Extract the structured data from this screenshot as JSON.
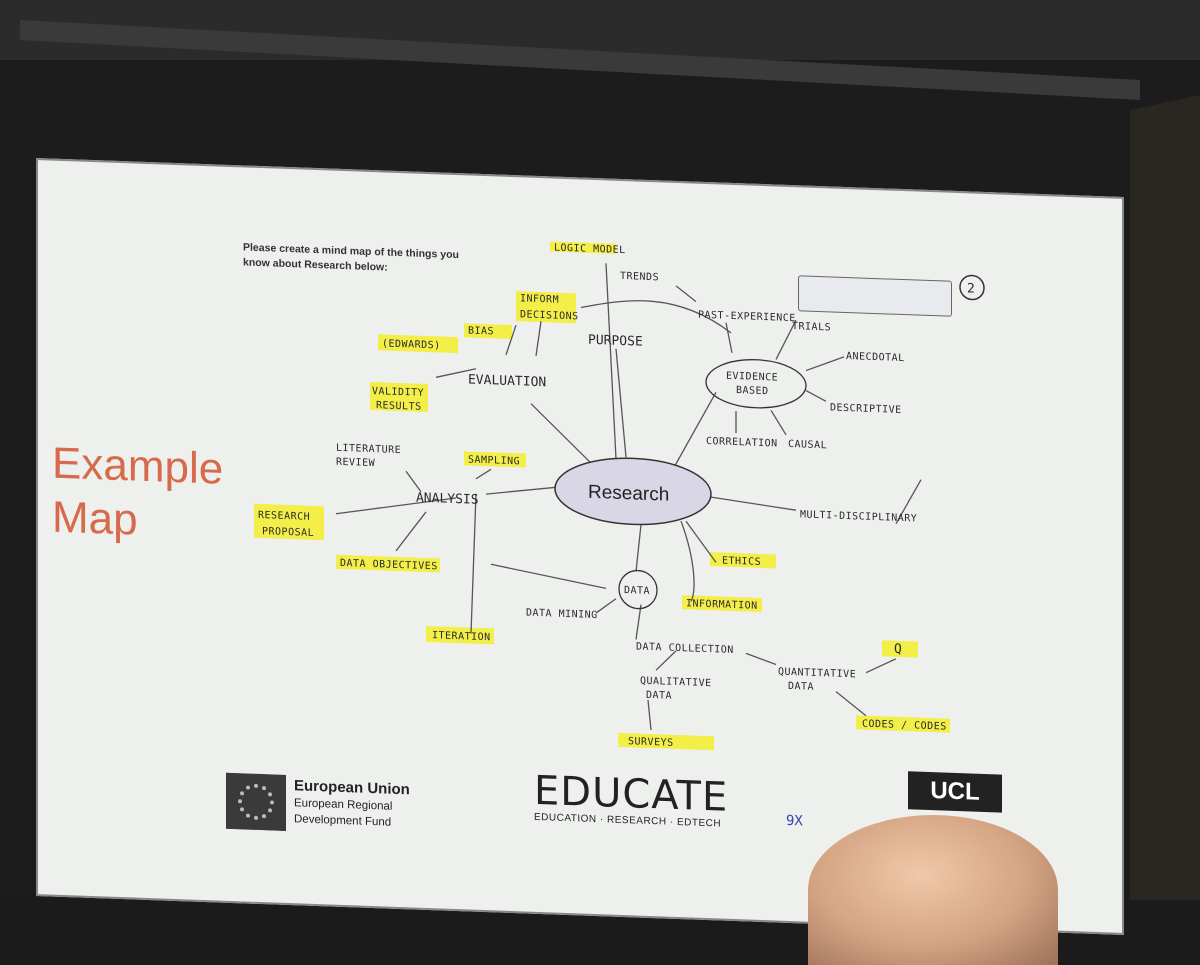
{
  "slide": {
    "title_line1": "Example",
    "title_line2": "Map",
    "instructions": "Please create a mind map of the things you know about Research below:",
    "corner_number": "2"
  },
  "mind_map": {
    "center": "Research",
    "nodes": {
      "logic_model": "LOGIC MODEL",
      "trends": "TRENDS",
      "past_experience": "PAST-EXPERIENCE",
      "trials": "TRIALS",
      "inform_decisions_1": "INFORM",
      "inform_decisions_2": "DECISIONS",
      "purpose": "PURPOSE",
      "evidence_based_1": "EVIDENCE",
      "evidence_based_2": "BASED",
      "anecdotal": "ANECDOTAL",
      "descriptive": "DESCRIPTIVE",
      "correlation": "CORRELATION",
      "causal": "CAUSAL",
      "edwards": "(EDWARDS)",
      "bias": "BIAS",
      "evaluation": "EVALUATION",
      "validity_1": "VALIDITY",
      "validity_2": "RESULTS",
      "literature_review_1": "LITERATURE",
      "literature_review_2": "REVIEW",
      "sampling": "SAMPLING",
      "analysis": "ANALYSIS",
      "multi_disciplinary": "MULTI-DISCIPLINARY",
      "research_proposal_1": "RESEARCH",
      "research_proposal_2": "PROPOSAL",
      "ethics": "ETHICS",
      "data_objectives": "DATA OBJECTIVES",
      "data": "DATA",
      "information": "INFORMATION",
      "data_mining": "DATA MINING",
      "iteration": "ITERATION",
      "data_collection": "DATA COLLECTION",
      "qualitative_1": "QUALITATIVE",
      "qualitative_2": "DATA",
      "quantitative_1": "QUANTITATIVE",
      "quantitative_2": "DATA",
      "q": "Q",
      "codes": "CODES / CODES",
      "surveys": "SURVEYS"
    }
  },
  "footer": {
    "eu_title": "European Union",
    "eu_sub1": "European Regional",
    "eu_sub2": "Development Fund",
    "educate_word": "EDUCATE",
    "educate_tag": "EDUCATION · RESEARCH · EDTECH",
    "ucl": "UCL",
    "scribble": "9X"
  },
  "colors": {
    "highlight": "#f3ef2a",
    "title_accent": "#d66a4b",
    "slide_bg": "#eef0ee"
  }
}
